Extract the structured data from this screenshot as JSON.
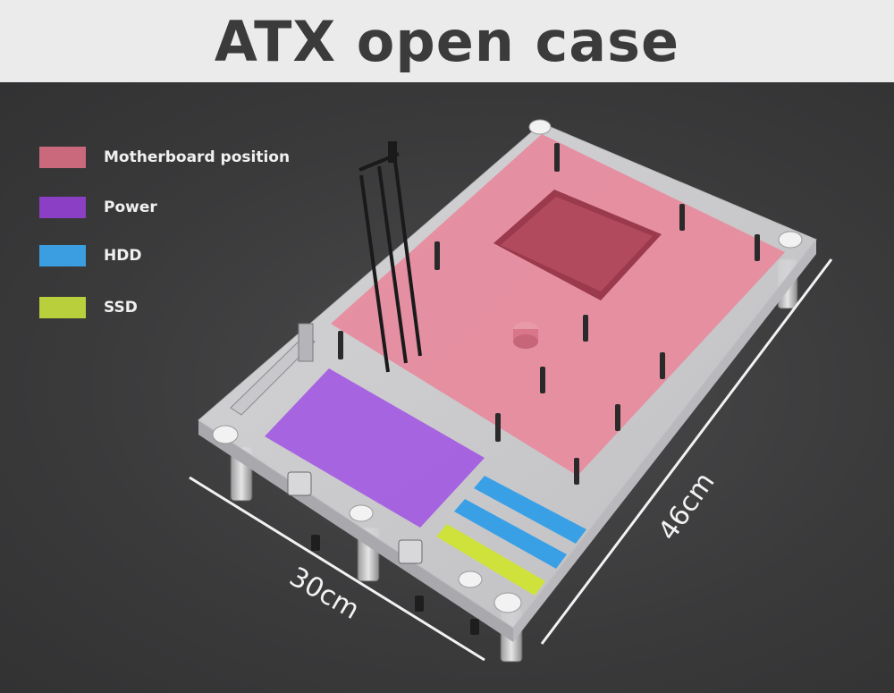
{
  "title": "ATX open case",
  "legend": [
    {
      "label": "Motherboard position",
      "color": "#c9697b",
      "icon": "motherboard-swatch"
    },
    {
      "label": "Power",
      "color": "#8a3fc4",
      "icon": "power-swatch"
    },
    {
      "label": "HDD",
      "color": "#3a9ee0",
      "icon": "hdd-swatch"
    },
    {
      "label": "SSD",
      "color": "#b9cf3c",
      "icon": "ssd-swatch"
    }
  ],
  "dimensions": {
    "width_label": "30cm",
    "length_label": "46cm"
  },
  "colors": {
    "header_bg": "#ebebeb",
    "background": "#3a3a3b",
    "motherboard": "#e8889c",
    "power": "#a45ee0",
    "hdd": "#3aa0e6",
    "ssd": "#cfe23c",
    "acrylic": "#d6d6d8"
  }
}
